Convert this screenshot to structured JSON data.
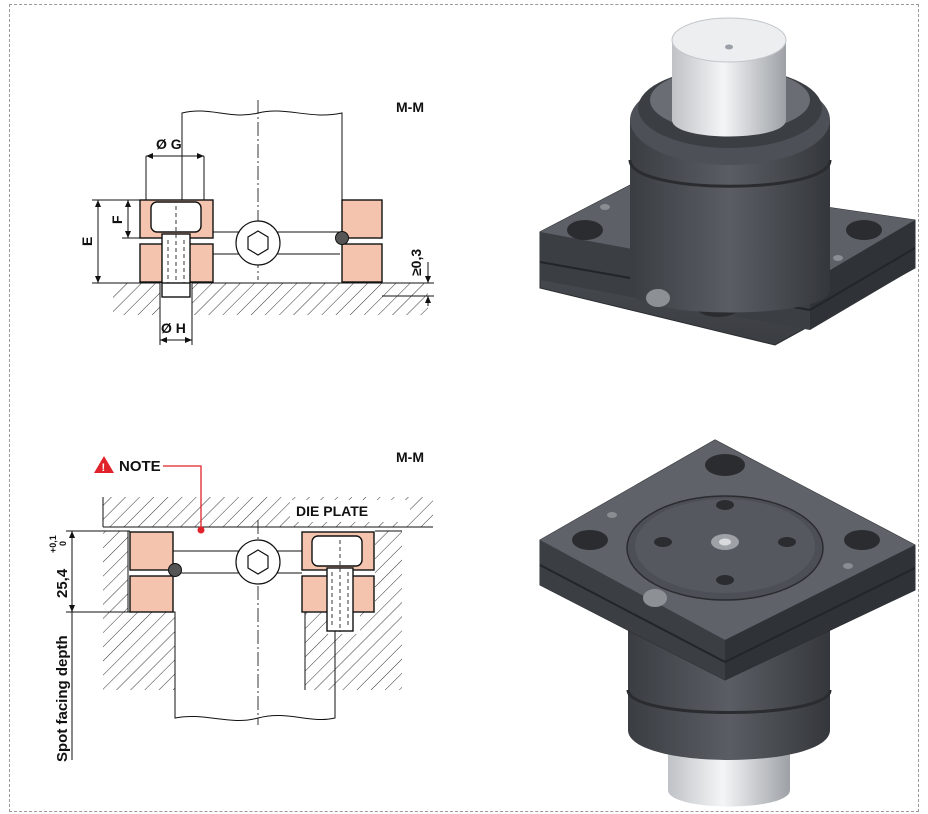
{
  "top_drawing": {
    "section_label": "M-M",
    "dim_G": "Ø G",
    "dim_H": "Ø H",
    "dim_E": "E",
    "dim_F": "F",
    "dim_gap": "≥0,3"
  },
  "bottom_drawing": {
    "section_label": "M-M",
    "note_label": "NOTE",
    "die_plate_label": "DIE PLATE",
    "dim_depth": "25,4",
    "dim_tol_upper": "+0,1",
    "dim_tol_lower": "0",
    "spot_facing_label": "Spot facing depth"
  },
  "colors": {
    "part_fill": "#f4c4ae",
    "warning_red": "#e0232a",
    "body_dark": "#4a4d52"
  }
}
